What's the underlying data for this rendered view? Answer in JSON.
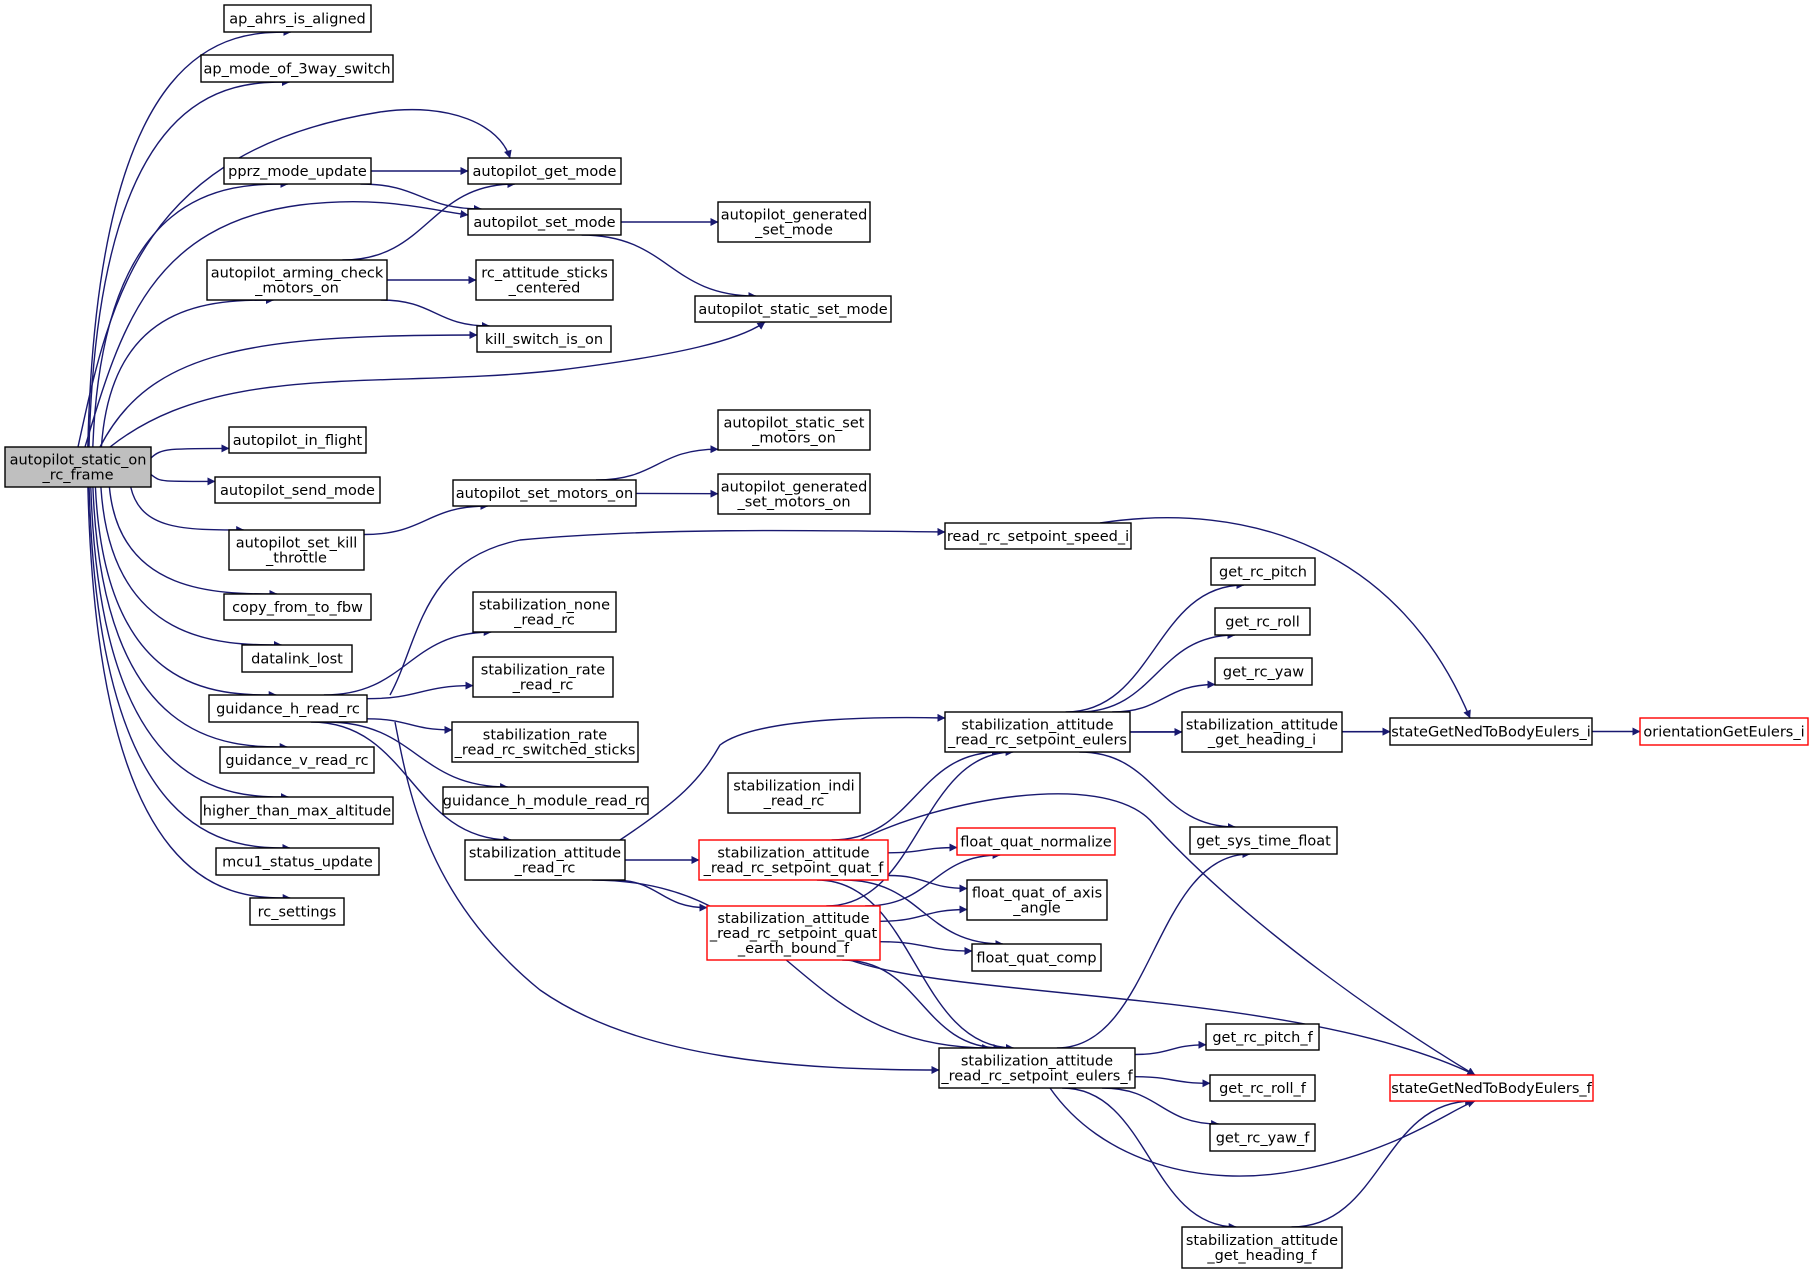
{
  "colors": {
    "edge": "#191970",
    "node_border": "#000000",
    "highlight_border": "#ff0000",
    "root_fill": "#bfbfbf",
    "node_fill": "#ffffff"
  },
  "nodes": [
    {
      "id": "root",
      "lines": [
        "autopilot_static_on",
        "_rc_frame"
      ],
      "style": "root"
    },
    {
      "id": "ap_ahrs",
      "lines": [
        "ap_ahrs_is_aligned"
      ],
      "style": "normal"
    },
    {
      "id": "ap_mode3",
      "lines": [
        "ap_mode_of_3way_switch"
      ],
      "style": "normal"
    },
    {
      "id": "pprz_mode",
      "lines": [
        "pprz_mode_update"
      ],
      "style": "normal"
    },
    {
      "id": "get_mode",
      "lines": [
        "autopilot_get_mode"
      ],
      "style": "normal"
    },
    {
      "id": "set_mode",
      "lines": [
        "autopilot_set_mode"
      ],
      "style": "normal"
    },
    {
      "id": "gen_set_mode",
      "lines": [
        "autopilot_generated",
        "_set_mode"
      ],
      "style": "normal"
    },
    {
      "id": "arming",
      "lines": [
        "autopilot_arming_check",
        "_motors_on"
      ],
      "style": "normal"
    },
    {
      "id": "rc_att_sticks",
      "lines": [
        "rc_attitude_sticks",
        "_centered"
      ],
      "style": "normal"
    },
    {
      "id": "static_set_mode",
      "lines": [
        "autopilot_static_set_mode"
      ],
      "style": "normal"
    },
    {
      "id": "kill_switch",
      "lines": [
        "kill_switch_is_on"
      ],
      "style": "normal"
    },
    {
      "id": "in_flight",
      "lines": [
        "autopilot_in_flight"
      ],
      "style": "normal"
    },
    {
      "id": "static_motors",
      "lines": [
        "autopilot_static_set",
        "_motors_on"
      ],
      "style": "normal"
    },
    {
      "id": "send_mode",
      "lines": [
        "autopilot_send_mode"
      ],
      "style": "normal"
    },
    {
      "id": "set_motors",
      "lines": [
        "autopilot_set_motors_on"
      ],
      "style": "normal"
    },
    {
      "id": "gen_motors",
      "lines": [
        "autopilot_generated",
        "_set_motors_on"
      ],
      "style": "normal"
    },
    {
      "id": "kill_throttle",
      "lines": [
        "autopilot_set_kill",
        "_throttle"
      ],
      "style": "normal"
    },
    {
      "id": "speed_i",
      "lines": [
        "read_rc_setpoint_speed_i"
      ],
      "style": "normal"
    },
    {
      "id": "copy_fbw",
      "lines": [
        "copy_from_to_fbw"
      ],
      "style": "normal"
    },
    {
      "id": "datalink",
      "lines": [
        "datalink_lost"
      ],
      "style": "normal"
    },
    {
      "id": "guid_h",
      "lines": [
        "guidance_h_read_rc"
      ],
      "style": "normal"
    },
    {
      "id": "stab_none",
      "lines": [
        "stabilization_none",
        "_read_rc"
      ],
      "style": "normal"
    },
    {
      "id": "stab_rate",
      "lines": [
        "stabilization_rate",
        "_read_rc"
      ],
      "style": "normal"
    },
    {
      "id": "stab_rate_sw",
      "lines": [
        "stabilization_rate",
        "_read_rc_switched_sticks"
      ],
      "style": "normal"
    },
    {
      "id": "guid_v",
      "lines": [
        "guidance_v_read_rc"
      ],
      "style": "normal"
    },
    {
      "id": "guid_h_mod",
      "lines": [
        "guidance_h_module_read_rc"
      ],
      "style": "normal"
    },
    {
      "id": "higher_alt",
      "lines": [
        "higher_than_max_altitude"
      ],
      "style": "normal"
    },
    {
      "id": "stab_att",
      "lines": [
        "stabilization_attitude",
        "_read_rc"
      ],
      "style": "normal"
    },
    {
      "id": "stab_indi",
      "lines": [
        "stabilization_indi",
        "_read_rc"
      ],
      "style": "normal"
    },
    {
      "id": "mcu1",
      "lines": [
        "mcu1_status_update"
      ],
      "style": "normal"
    },
    {
      "id": "rc_settings",
      "lines": [
        "rc_settings"
      ],
      "style": "normal"
    },
    {
      "id": "quat_f",
      "lines": [
        "stabilization_attitude",
        "_read_rc_setpoint_quat_f"
      ],
      "style": "red"
    },
    {
      "id": "quat_earth",
      "lines": [
        "stabilization_attitude",
        "_read_rc_setpoint_quat",
        "_earth_bound_f"
      ],
      "style": "red"
    },
    {
      "id": "sp_eulers",
      "lines": [
        "stabilization_attitude",
        "_read_rc_setpoint_eulers"
      ],
      "style": "normal"
    },
    {
      "id": "sp_eulers_f",
      "lines": [
        "stabilization_attitude",
        "_read_rc_setpoint_eulers_f"
      ],
      "style": "normal"
    },
    {
      "id": "quat_norm",
      "lines": [
        "float_quat_normalize"
      ],
      "style": "red"
    },
    {
      "id": "quat_axis",
      "lines": [
        "float_quat_of_axis",
        "_angle"
      ],
      "style": "normal"
    },
    {
      "id": "quat_comp",
      "lines": [
        "float_quat_comp"
      ],
      "style": "normal"
    },
    {
      "id": "get_pitch",
      "lines": [
        "get_rc_pitch"
      ],
      "style": "normal"
    },
    {
      "id": "get_roll",
      "lines": [
        "get_rc_roll"
      ],
      "style": "normal"
    },
    {
      "id": "get_yaw",
      "lines": [
        "get_rc_yaw"
      ],
      "style": "normal"
    },
    {
      "id": "heading_i",
      "lines": [
        "stabilization_attitude",
        "_get_heading_i"
      ],
      "style": "normal"
    },
    {
      "id": "sys_time",
      "lines": [
        "get_sys_time_float"
      ],
      "style": "normal"
    },
    {
      "id": "get_pitch_f",
      "lines": [
        "get_rc_pitch_f"
      ],
      "style": "normal"
    },
    {
      "id": "get_roll_f",
      "lines": [
        "get_rc_roll_f"
      ],
      "style": "normal"
    },
    {
      "id": "get_yaw_f",
      "lines": [
        "get_rc_yaw_f"
      ],
      "style": "normal"
    },
    {
      "id": "heading_f",
      "lines": [
        "stabilization_attitude",
        "_get_heading_f"
      ],
      "style": "normal"
    },
    {
      "id": "ned_i",
      "lines": [
        "stateGetNedToBodyEulers_i"
      ],
      "style": "normal"
    },
    {
      "id": "ned_f",
      "lines": [
        "stateGetNedToBodyEulers_f"
      ],
      "style": "red"
    },
    {
      "id": "orient",
      "lines": [
        "orientationGetEulers_i"
      ],
      "style": "red"
    }
  ],
  "edges": [
    {
      "from": "root",
      "to": "ap_ahrs"
    },
    {
      "from": "root",
      "to": "ap_mode3"
    },
    {
      "from": "root",
      "to": "get_mode"
    },
    {
      "from": "root",
      "to": "pprz_mode"
    },
    {
      "from": "root",
      "to": "set_mode"
    },
    {
      "from": "root",
      "to": "arming"
    },
    {
      "from": "root",
      "to": "kill_switch"
    },
    {
      "from": "root",
      "to": "static_set_mode"
    },
    {
      "from": "root",
      "to": "in_flight"
    },
    {
      "from": "root",
      "to": "send_mode"
    },
    {
      "from": "root",
      "to": "kill_throttle"
    },
    {
      "from": "root",
      "to": "copy_fbw"
    },
    {
      "from": "root",
      "to": "datalink"
    },
    {
      "from": "root",
      "to": "guid_h"
    },
    {
      "from": "root",
      "to": "guid_v"
    },
    {
      "from": "root",
      "to": "higher_alt"
    },
    {
      "from": "root",
      "to": "mcu1"
    },
    {
      "from": "root",
      "to": "rc_settings"
    },
    {
      "from": "pprz_mode",
      "to": "get_mode"
    },
    {
      "from": "pprz_mode",
      "to": "set_mode"
    },
    {
      "from": "set_mode",
      "to": "gen_set_mode"
    },
    {
      "from": "set_mode",
      "to": "static_set_mode"
    },
    {
      "from": "arming",
      "to": "get_mode"
    },
    {
      "from": "arming",
      "to": "rc_att_sticks"
    },
    {
      "from": "arming",
      "to": "kill_switch"
    },
    {
      "from": "kill_throttle",
      "to": "set_motors"
    },
    {
      "from": "set_motors",
      "to": "static_motors"
    },
    {
      "from": "set_motors",
      "to": "gen_motors"
    },
    {
      "from": "guid_h",
      "to": "speed_i"
    },
    {
      "from": "guid_h",
      "to": "stab_none"
    },
    {
      "from": "guid_h",
      "to": "stab_rate"
    },
    {
      "from": "guid_h",
      "to": "stab_rate_sw"
    },
    {
      "from": "guid_h",
      "to": "guid_h_mod"
    },
    {
      "from": "guid_h",
      "to": "stab_att"
    },
    {
      "from": "guid_h",
      "to": "sp_eulers_f"
    },
    {
      "from": "speed_i",
      "to": "ned_i"
    },
    {
      "from": "stab_att",
      "to": "sp_eulers"
    },
    {
      "from": "stab_att",
      "to": "quat_f"
    },
    {
      "from": "stab_att",
      "to": "quat_earth"
    },
    {
      "from": "stab_att",
      "to": "sp_eulers_f"
    },
    {
      "from": "quat_f",
      "to": "sp_eulers"
    },
    {
      "from": "quat_f",
      "to": "quat_norm"
    },
    {
      "from": "quat_f",
      "to": "quat_axis"
    },
    {
      "from": "quat_f",
      "to": "quat_comp"
    },
    {
      "from": "quat_f",
      "to": "sp_eulers_f"
    },
    {
      "from": "quat_f",
      "to": "ned_f"
    },
    {
      "from": "quat_earth",
      "to": "sp_eulers"
    },
    {
      "from": "quat_earth",
      "to": "quat_norm"
    },
    {
      "from": "quat_earth",
      "to": "quat_axis"
    },
    {
      "from": "quat_earth",
      "to": "quat_comp"
    },
    {
      "from": "quat_earth",
      "to": "sp_eulers_f"
    },
    {
      "from": "quat_earth",
      "to": "ned_f"
    },
    {
      "from": "sp_eulers",
      "to": "get_pitch"
    },
    {
      "from": "sp_eulers",
      "to": "get_roll"
    },
    {
      "from": "sp_eulers",
      "to": "get_yaw"
    },
    {
      "from": "sp_eulers",
      "to": "heading_i"
    },
    {
      "from": "sp_eulers",
      "to": "ned_i"
    },
    {
      "from": "sp_eulers",
      "to": "sys_time"
    },
    {
      "from": "heading_i",
      "to": "ned_i"
    },
    {
      "from": "ned_i",
      "to": "orient"
    },
    {
      "from": "sp_eulers_f",
      "to": "get_pitch_f"
    },
    {
      "from": "sp_eulers_f",
      "to": "get_roll_f"
    },
    {
      "from": "sp_eulers_f",
      "to": "get_yaw_f"
    },
    {
      "from": "sp_eulers_f",
      "to": "heading_f"
    },
    {
      "from": "sp_eulers_f",
      "to": "ned_f"
    },
    {
      "from": "sp_eulers_f",
      "to": "sys_time"
    },
    {
      "from": "heading_f",
      "to": "ned_f"
    }
  ]
}
